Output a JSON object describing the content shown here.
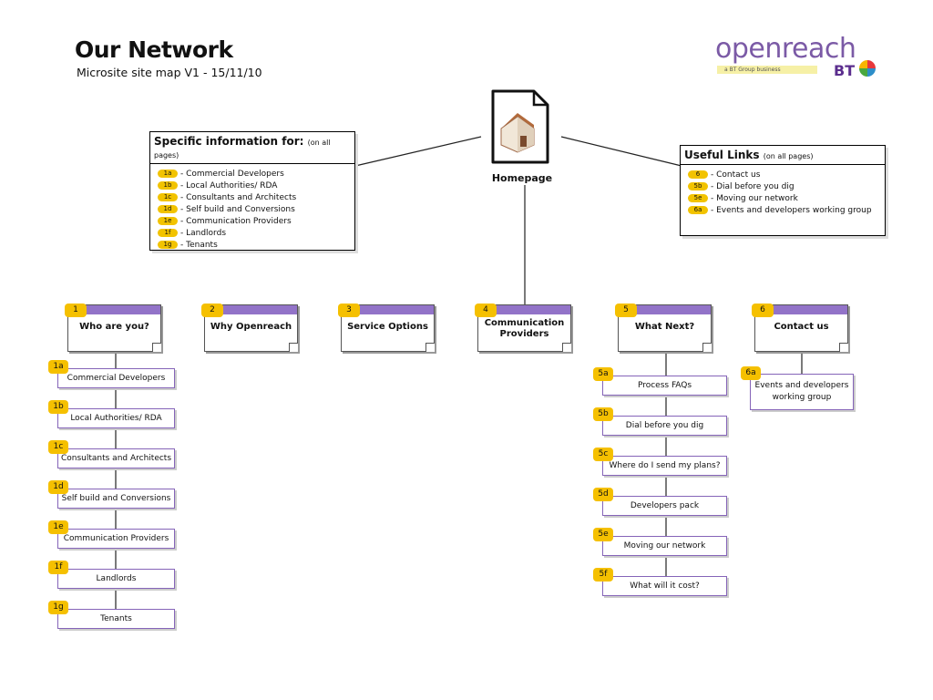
{
  "header": {
    "title": "Our Network",
    "subtitle": "Microsite site map  V1 - 15/11/10"
  },
  "logo": {
    "wordmark": "openreach",
    "tagline": "a BT Group business",
    "bt": "BT",
    "colors": {
      "wordmark": "#7b5aa6",
      "bt": "#5b2e8e",
      "strip": "#f6f0a6"
    }
  },
  "homepage": {
    "label": "Homepage",
    "icon": "house-page-icon"
  },
  "specific_info": {
    "title": "Specific information for:",
    "note": "(on all pages)",
    "items": [
      {
        "tag": "1a",
        "label": "- Commercial Developers"
      },
      {
        "tag": "1b",
        "label": "- Local Authorities/ RDA"
      },
      {
        "tag": "1c",
        "label": "- Consultants and Architects"
      },
      {
        "tag": "1d",
        "label": "- Self build and Conversions"
      },
      {
        "tag": "1e",
        "label": "- Communication Providers"
      },
      {
        "tag": "1f",
        "label": "- Landlords"
      },
      {
        "tag": "1g",
        "label": "- Tenants"
      }
    ]
  },
  "useful_links": {
    "title": "Useful Links",
    "note": "(on all pages)",
    "items": [
      {
        "tag": "6",
        "label": "- Contact us"
      },
      {
        "tag": "5b",
        "label": "- Dial before you dig"
      },
      {
        "tag": "5e",
        "label": "- Moving our network"
      },
      {
        "tag": "6a",
        "label": "- Events and developers working group"
      }
    ]
  },
  "sections": [
    {
      "tag": "1",
      "label": "Who are you?"
    },
    {
      "tag": "2",
      "label": "Why Openreach"
    },
    {
      "tag": "3",
      "label": "Service Options"
    },
    {
      "tag": "4",
      "label": "Communication Providers"
    },
    {
      "tag": "5",
      "label": "What Next?"
    },
    {
      "tag": "6",
      "label": "Contact us"
    }
  ],
  "who_subpages": [
    {
      "tag": "1a",
      "label": "Commercial Developers"
    },
    {
      "tag": "1b",
      "label": "Local Authorities/ RDA"
    },
    {
      "tag": "1c",
      "label": "Consultants and Architects"
    },
    {
      "tag": "1d",
      "label": "Self build and Conversions"
    },
    {
      "tag": "1e",
      "label": "Communication Providers"
    },
    {
      "tag": "1f",
      "label": "Landlords"
    },
    {
      "tag": "1g",
      "label": "Tenants"
    }
  ],
  "next_subpages": [
    {
      "tag": "5a",
      "label": "Process FAQs"
    },
    {
      "tag": "5b",
      "label": "Dial before you dig"
    },
    {
      "tag": "5c",
      "label": "Where do I send my plans?"
    },
    {
      "tag": "5d",
      "label": "Developers pack"
    },
    {
      "tag": "5e",
      "label": "Moving our network"
    },
    {
      "tag": "5f",
      "label": "What will it cost?"
    }
  ],
  "contact_subpages": [
    {
      "tag": "6a",
      "label": "Events and developers working group"
    }
  ],
  "colors": {
    "tag": "#f5c000",
    "card_bar": "#9273c8",
    "sub_border": "#8564b8"
  }
}
